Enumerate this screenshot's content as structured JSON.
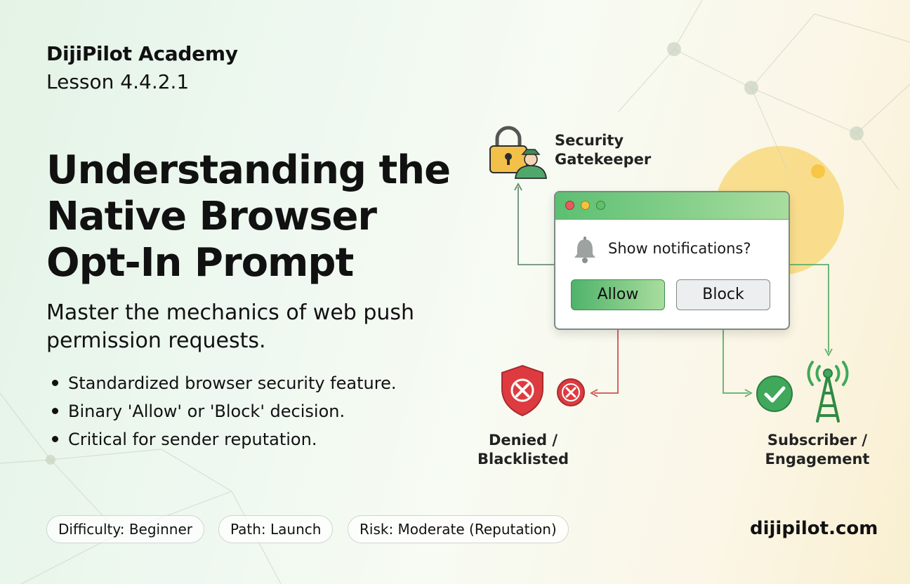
{
  "header": {
    "brand": "DijiPilot Academy",
    "lesson": "Lesson 4.4.2.1"
  },
  "title_lines": [
    "Understanding the",
    "Native Browser",
    "Opt-In Prompt"
  ],
  "subtitle": "Master the mechanics of web push permission requests.",
  "bullets": [
    "Standardized browser security feature.",
    "Binary 'Allow' or 'Block' decision.",
    "Critical for sender reputation."
  ],
  "pills": {
    "difficulty": "Difficulty: Beginner",
    "path": "Path: Launch",
    "risk": "Risk: Moderate (Reputation)"
  },
  "footer": {
    "domain": "dijipilot.com"
  },
  "diagram": {
    "gatekeeper_label": [
      "Security",
      "Gatekeeper"
    ],
    "prompt_text": "Show notifications?",
    "allow_label": "Allow",
    "block_label": "Block",
    "denied_label": [
      "Denied /",
      "Blacklisted"
    ],
    "subscriber_label": [
      "Subscriber /",
      "Engagement"
    ]
  },
  "icons": {
    "gatekeeper": "lock-guard-icon",
    "bell": "bell-icon",
    "denied_shield": "shield-x-icon",
    "denied_badge": "x-circle-icon",
    "success": "check-circle-icon",
    "broadcast": "antenna-tower-icon"
  },
  "colors": {
    "accent_green": "#4fb36a",
    "deny_red": "#d9373f",
    "arrow_red": "#d05252",
    "arrow_green": "#5cb06c",
    "sun_yellow": "#f7c94a"
  }
}
